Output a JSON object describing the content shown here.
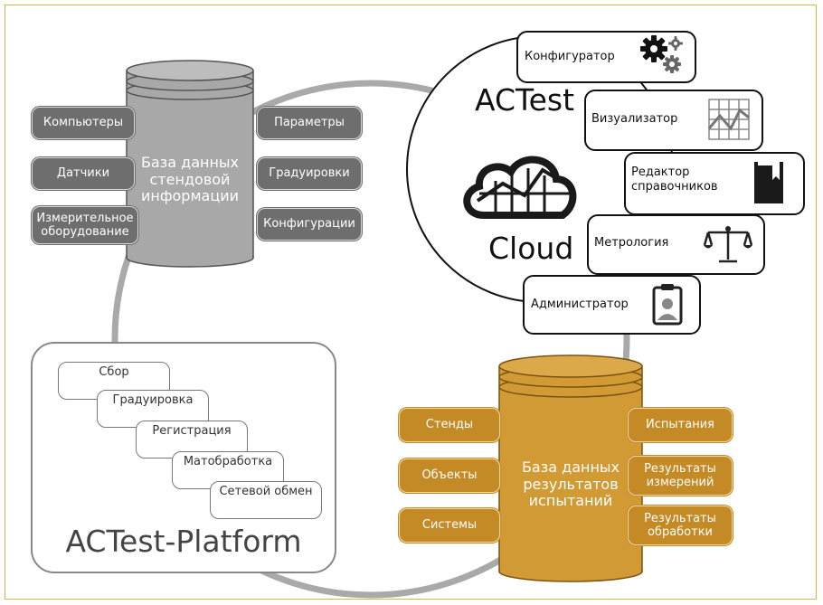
{
  "db_stand": {
    "title": "База данных стендовой информации",
    "left_items": [
      "Компьютеры",
      "Датчики",
      "Измерительное оборудование"
    ],
    "right_items": [
      "Параметры",
      "Градуировки",
      "Конфигурации"
    ]
  },
  "cloud": {
    "title_top": "ACTest",
    "title_bottom": "Cloud",
    "modules": [
      {
        "label": "Конфигуратор",
        "icon": "gears-icon"
      },
      {
        "label": "Визуализатор",
        "icon": "chart-grid-icon"
      },
      {
        "label": "Редактор справочников",
        "icon": "book-icon"
      },
      {
        "label": "Метрология",
        "icon": "scales-icon"
      },
      {
        "label": "Администратор",
        "icon": "id-badge-icon"
      }
    ]
  },
  "platform": {
    "title": "ACTest-Platform",
    "steps": [
      "Сбор",
      "Градуировка",
      "Регистрация",
      "Матобработка",
      "Сетевой обмен"
    ],
    "icon": "hierarchy-icon"
  },
  "db_results": {
    "title": "База данных результатов испытаний",
    "left_items": [
      "Стенды",
      "Объекты",
      "Системы"
    ],
    "right_items": [
      "Испытания",
      "Результаты измерений",
      "Результаты обработки"
    ]
  },
  "colors": {
    "frame": "#d9b24a",
    "gray_db": "#a8a8a8",
    "gray_pill": "#6e6e6e",
    "orange_db": "#d29a35",
    "orange_pill": "#c48a25",
    "ring": "#a9a9a9"
  }
}
